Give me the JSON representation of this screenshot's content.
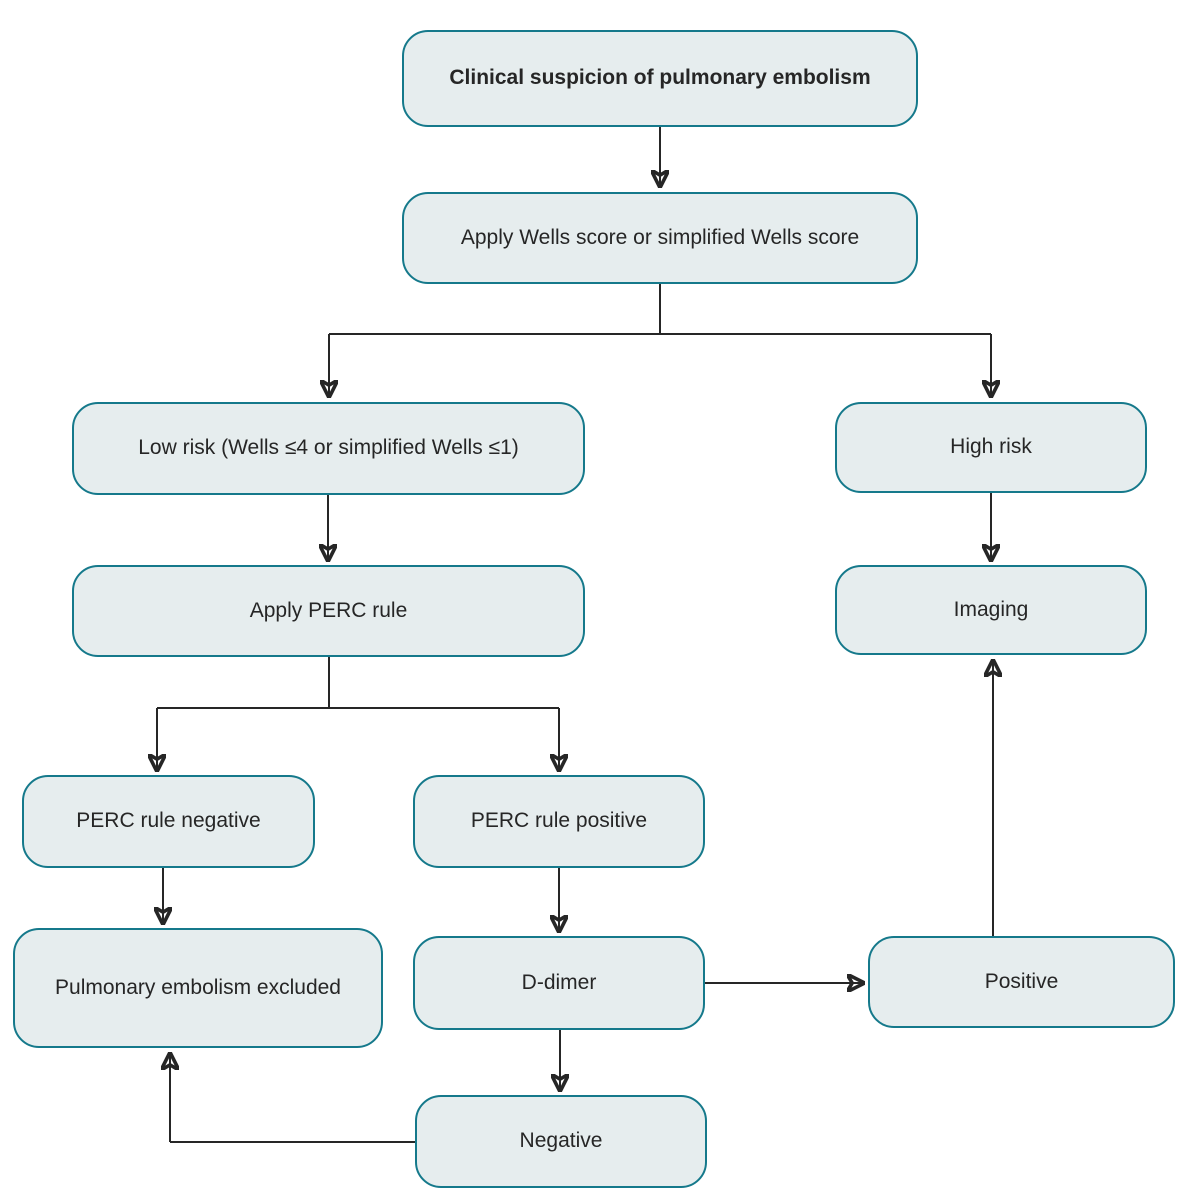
{
  "diagram_title": "Pulmonary embolism diagnostic algorithm flowchart",
  "colors": {
    "background": "#ffffff",
    "node_fill": "#e6edee",
    "node_border": "#15798b",
    "connector": "#262626",
    "text": "#262626"
  },
  "nodes": {
    "clinical_suspicion": {
      "label": "Clinical suspicion of pulmonary embolism"
    },
    "apply_wells": {
      "label": "Apply Wells score or simplified Wells score"
    },
    "low_risk": {
      "label": "Low risk (Wells ≤4 or simplified Wells ≤1)"
    },
    "high_risk": {
      "label": "High risk"
    },
    "apply_perc": {
      "label": "Apply PERC rule"
    },
    "imaging": {
      "label": "Imaging"
    },
    "perc_negative": {
      "label": "PERC rule negative"
    },
    "perc_positive": {
      "label": "PERC rule positive"
    },
    "pe_excluded": {
      "label": "Pulmonary embolism excluded"
    },
    "d_dimer": {
      "label": "D-dimer"
    },
    "positive": {
      "label": "Positive"
    },
    "negative": {
      "label": "Negative"
    }
  },
  "edges": [
    {
      "from": "clinical_suspicion",
      "to": "apply_wells"
    },
    {
      "from": "apply_wells",
      "to": "low_risk"
    },
    {
      "from": "apply_wells",
      "to": "high_risk"
    },
    {
      "from": "low_risk",
      "to": "apply_perc"
    },
    {
      "from": "high_risk",
      "to": "imaging"
    },
    {
      "from": "apply_perc",
      "to": "perc_negative"
    },
    {
      "from": "apply_perc",
      "to": "perc_positive"
    },
    {
      "from": "perc_negative",
      "to": "pe_excluded"
    },
    {
      "from": "perc_positive",
      "to": "d_dimer"
    },
    {
      "from": "d_dimer",
      "to": "positive"
    },
    {
      "from": "positive",
      "to": "imaging"
    },
    {
      "from": "d_dimer",
      "to": "negative"
    },
    {
      "from": "negative",
      "to": "pe_excluded"
    }
  ]
}
